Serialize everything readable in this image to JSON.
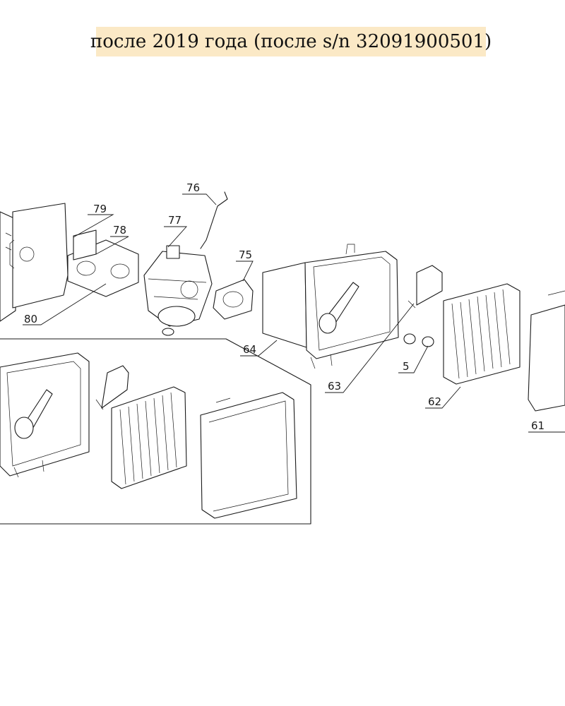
{
  "header": {
    "title": "после 2019 года (после s/n 32091900501)"
  },
  "colors": {
    "header_bg": "#fbe9c6",
    "line": "#1a1a1a",
    "background": "#ffffff"
  },
  "parts": [
    {
      "number": "76"
    },
    {
      "number": "79"
    },
    {
      "number": "77"
    },
    {
      "number": "78"
    },
    {
      "number": "75"
    },
    {
      "number": "80"
    },
    {
      "number": "64"
    },
    {
      "number": "5"
    },
    {
      "number": "63"
    },
    {
      "number": "62"
    },
    {
      "number": "61"
    }
  ]
}
